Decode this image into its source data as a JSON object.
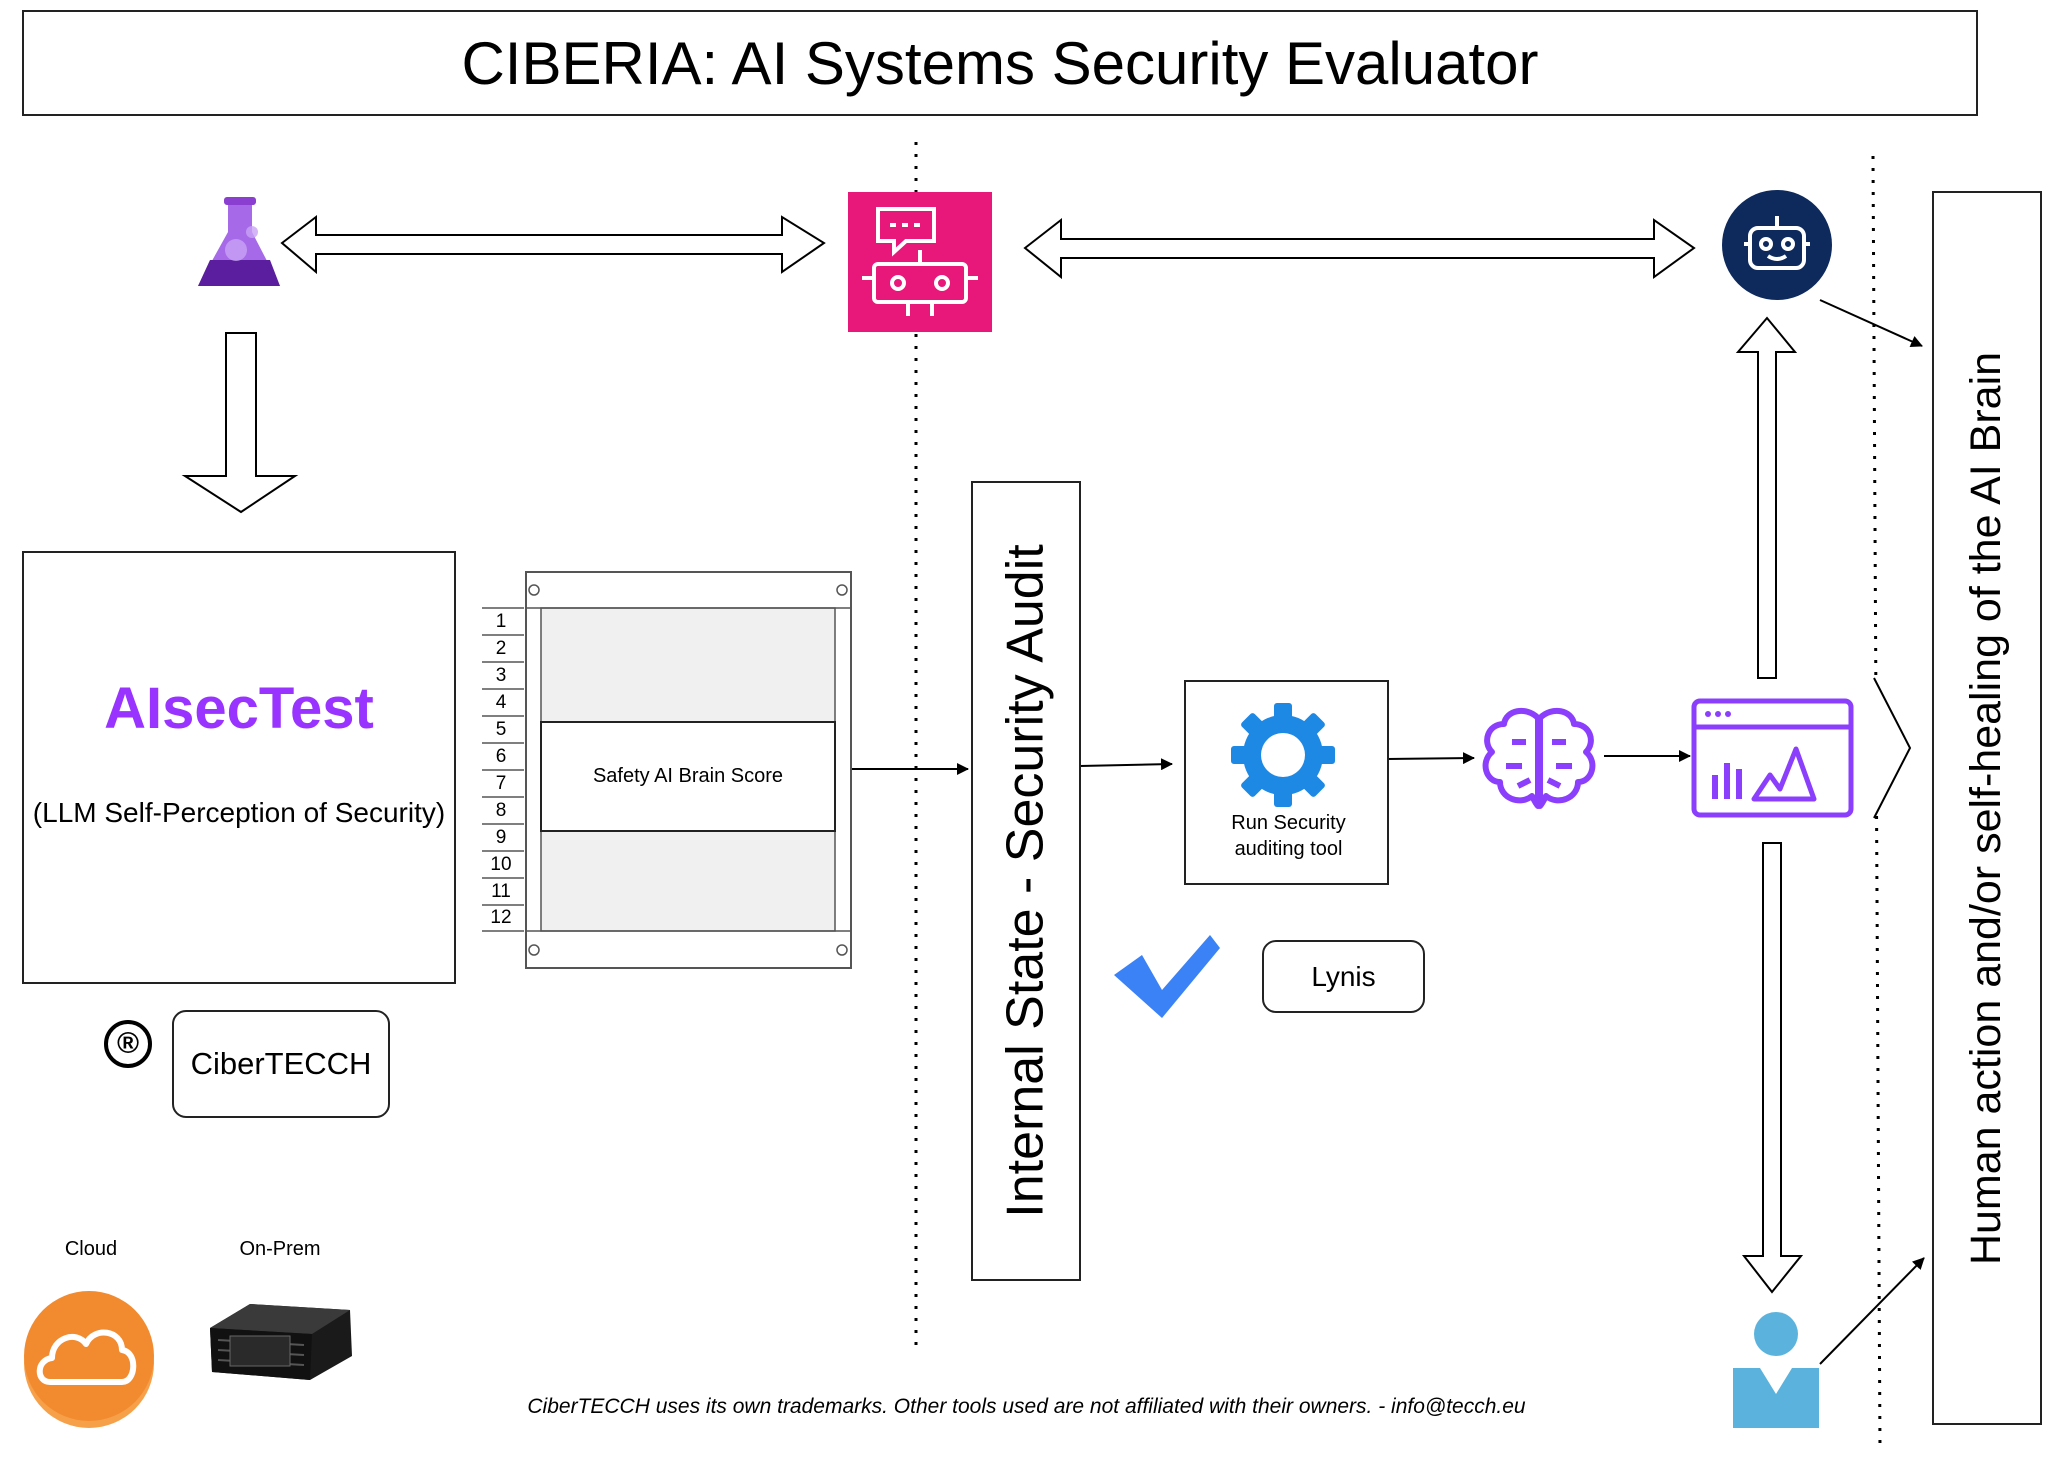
{
  "title": "CIBERIA: AI Systems Security Evaluator",
  "aisectest": {
    "name": "AIsecTest",
    "subtitle": "(LLM Self-Perception of Security)"
  },
  "brand": {
    "mark": "®",
    "name": "CiberTECCH"
  },
  "deployment": {
    "cloud_label": "Cloud",
    "onprem_label": "On-Prem"
  },
  "rack": {
    "slots": [
      "1",
      "2",
      "3",
      "4",
      "5",
      "6",
      "7",
      "8",
      "9",
      "10",
      "11",
      "12"
    ],
    "score_label": "Safety AI Brain Score"
  },
  "audit": {
    "internal_state_label": "Internal State - Security Audit",
    "tool_label_line1": "Run Security",
    "tool_label_line2": "auditing tool",
    "tool_name": "Lynis"
  },
  "outcome_label": "Human action and/or self-healing of the AI Brain",
  "footer": "CiberTECCH uses its own trademarks. Other tools used are not affiliated with their owners. - info@tecch.eu",
  "colors": {
    "accent_purple": "#9933ff",
    "bot_pink": "#e8177a",
    "bot_navy": "#0e2a5c",
    "gear_blue": "#1e88e5",
    "check_blue": "#3b82f6",
    "cloud_orange": "#f28b30",
    "person_blue": "#5bb3dd"
  },
  "icons": [
    "flask-icon",
    "chatbot-icon",
    "robot-icon",
    "rack-icon",
    "gear-icon",
    "checkmark-icon",
    "brain-icon",
    "dashboard-icon",
    "person-icon",
    "cloud-icon",
    "server-icon"
  ]
}
